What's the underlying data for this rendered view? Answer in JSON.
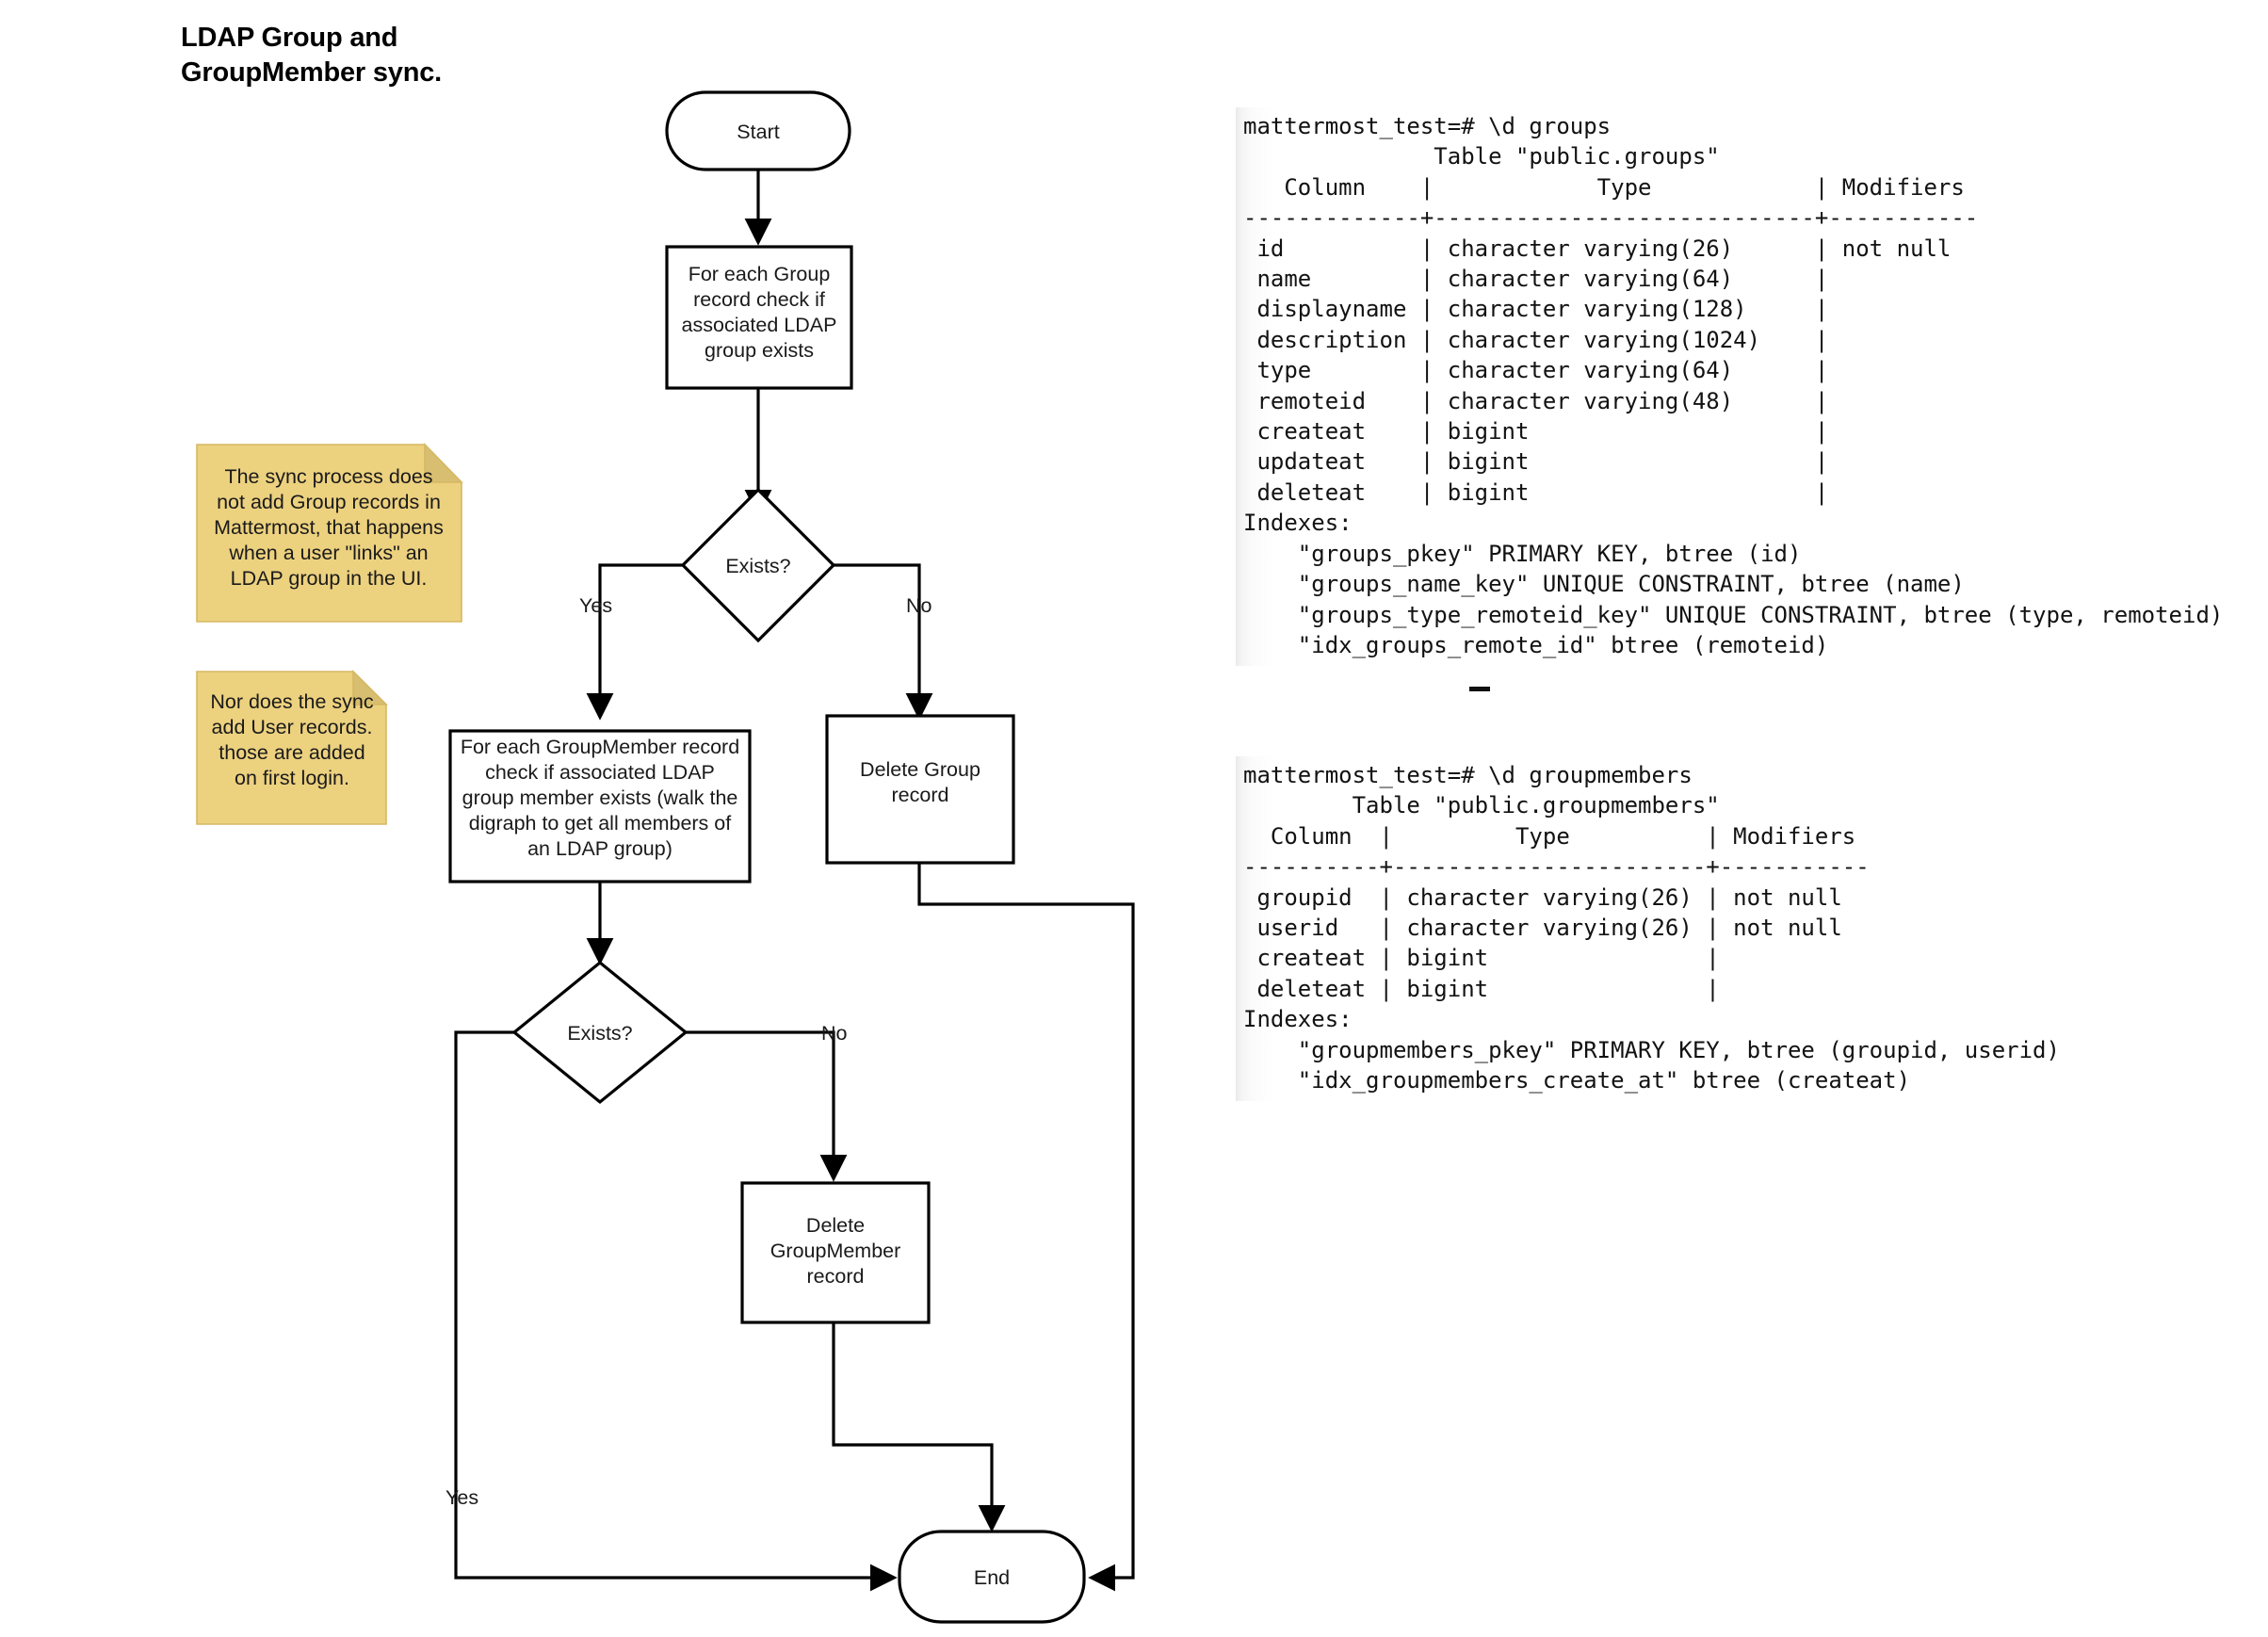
{
  "title": {
    "line1": "LDAP Group and",
    "line2": "GroupMember sync."
  },
  "flowchart": {
    "nodes": {
      "start": {
        "label": "Start",
        "shape": "terminator"
      },
      "check_group": {
        "lines": [
          "For each Group",
          "record check if",
          "associated LDAP",
          "group exists"
        ],
        "shape": "process"
      },
      "exists_group": {
        "label": "Exists?",
        "shape": "decision"
      },
      "check_groupmember": {
        "lines": [
          "For each GroupMember record",
          "check if associated LDAP",
          "group member exists (walk the",
          "digraph to get all members of",
          "an LDAP group)"
        ],
        "shape": "process"
      },
      "delete_group": {
        "lines": [
          "Delete Group",
          "record"
        ],
        "shape": "process"
      },
      "exists_groupmember": {
        "label": "Exists?",
        "shape": "decision"
      },
      "delete_groupmember": {
        "lines": [
          "Delete",
          "GroupMember",
          "record"
        ],
        "shape": "process"
      },
      "end": {
        "label": "End",
        "shape": "terminator"
      }
    },
    "edge_labels": {
      "group_yes": "Yes",
      "group_no": "No",
      "member_no": "No",
      "member_yes": "Yes"
    }
  },
  "notes": [
    {
      "lines": [
        "The sync process does",
        "not add Group records in",
        "Mattermost, that happens",
        "when a user \"links\" an",
        "LDAP group in the UI."
      ]
    },
    {
      "lines": [
        "Nor does the sync",
        "add User records.",
        "those are added",
        "on first login."
      ]
    }
  ],
  "terminals": {
    "groups": "mattermost_test=# \\d groups\n              Table \"public.groups\"\n   Column    |            Type            | Modifiers\n-------------+----------------------------+-----------\n id          | character varying(26)      | not null\n name        | character varying(64)      |\n displayname | character varying(128)     |\n description | character varying(1024)    |\n type        | character varying(64)      |\n remoteid    | character varying(48)      |\n createat    | bigint                     |\n updateat    | bigint                     |\n deleteat    | bigint                     |\nIndexes:\n    \"groups_pkey\" PRIMARY KEY, btree (id)\n    \"groups_name_key\" UNIQUE CONSTRAINT, btree (name)\n    \"groups_type_remoteid_key\" UNIQUE CONSTRAINT, btree (type, remoteid)\n    \"idx_groups_remote_id\" btree (remoteid)",
    "groupmembers": "mattermost_test=# \\d groupmembers\n        Table \"public.groupmembers\"\n  Column  |         Type          | Modifiers\n----------+-----------------------+-----------\n groupid  | character varying(26) | not null\n userid   | character varying(26) | not null\n createat | bigint                |\n deleteat | bigint                |\nIndexes:\n    \"groupmembers_pkey\" PRIMARY KEY, btree (groupid, userid)\n    \"idx_groupmembers_create_at\" btree (createat)"
  },
  "colors": {
    "note_fill": "#ecd17f",
    "note_fold": "#d8be70",
    "stroke": "#000000",
    "background": "#ffffff"
  }
}
